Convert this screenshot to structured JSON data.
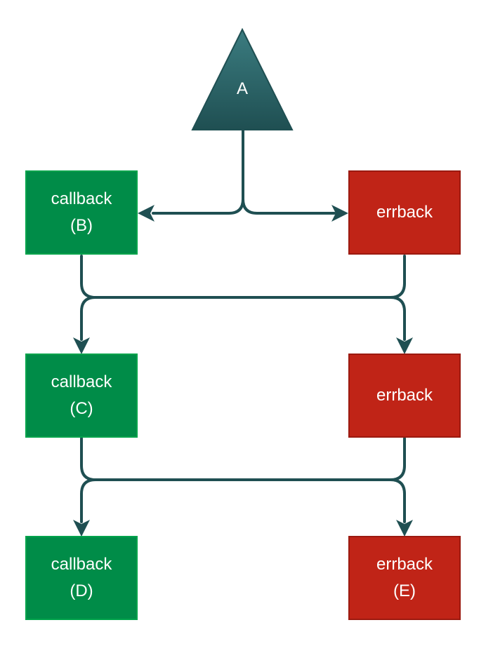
{
  "start": {
    "label": "A"
  },
  "nodes": {
    "b": {
      "label": "callback\n(B)"
    },
    "err1": {
      "label": "errback"
    },
    "c": {
      "label": "callback\n(C)"
    },
    "err2": {
      "label": "errback"
    },
    "d": {
      "label": "callback\n(D)"
    },
    "e": {
      "label": "errback\n(E)"
    }
  },
  "colors": {
    "edge": "#1f4f52",
    "triangle_top": "#3b7c80",
    "triangle_bottom": "#1f4f52",
    "callback": "#008c48",
    "errback": "#c02417"
  }
}
